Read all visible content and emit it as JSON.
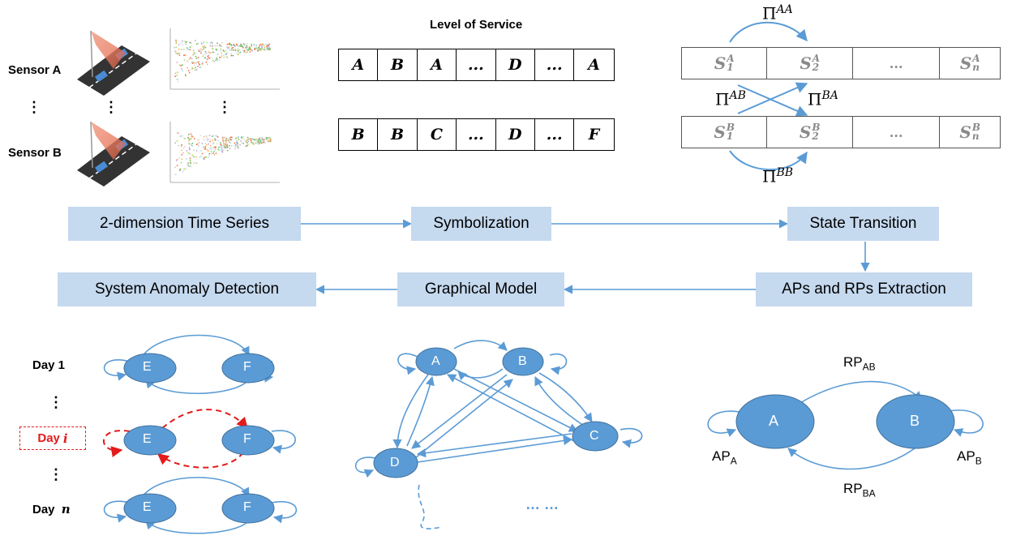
{
  "sensors": {
    "a_label": "Sensor A",
    "b_label": "Sensor B",
    "ellipsis": "⋮"
  },
  "level_of_service": {
    "title": "Level of Service",
    "row_a": [
      "A",
      "B",
      "A",
      "...",
      "D",
      "...",
      "A"
    ],
    "row_b": [
      "B",
      "B",
      "C",
      "...",
      "D",
      "...",
      "F"
    ]
  },
  "states": {
    "row_a": [
      {
        "base": "S",
        "sup": "A",
        "sub": "1"
      },
      {
        "base": "S",
        "sup": "A",
        "sub": "2"
      },
      {
        "base": "...",
        "sup": "",
        "sub": ""
      },
      {
        "base": "S",
        "sup": "A",
        "sub": "n"
      }
    ],
    "row_b": [
      {
        "base": "S",
        "sup": "B",
        "sub": "1"
      },
      {
        "base": "S",
        "sup": "B",
        "sub": "2"
      },
      {
        "base": "...",
        "sup": "",
        "sub": ""
      },
      {
        "base": "S",
        "sup": "B",
        "sub": "n"
      }
    ],
    "pi_aa": "AA",
    "pi_ab": "AB",
    "pi_ba": "BA",
    "pi_bb": "BB",
    "pi_symbol": "Π"
  },
  "flow": {
    "time_series": "2-dimension Time Series",
    "symbolization": "Symbolization",
    "state_transition": "State Transition",
    "aps_rps": "APs and RPs Extraction",
    "graphical_model": "Graphical Model",
    "anomaly_detection": "System Anomaly Detection",
    "box_color": "#c5d9ef",
    "arrow_color": "#5b9bd5"
  },
  "days": {
    "day1": "Day 1",
    "day_i_prefix": "Day ",
    "day_i_var": "i",
    "day_n_prefix": "Day ",
    "day_n_var": "n",
    "ellipsis": "⋮",
    "node_e": "E",
    "node_f": "F",
    "anomaly_color": "#e31b1b"
  },
  "graph": {
    "nodes": [
      "A",
      "B",
      "C",
      "D"
    ],
    "ellipsis": "… …",
    "node_color": "#5b9bd5"
  },
  "ap_rp": {
    "node_a": "A",
    "node_b": "B",
    "rp_ab_base": "RP",
    "rp_ab_sub": "AB",
    "rp_ba_base": "RP",
    "rp_ba_sub": "BA",
    "ap_a_base": "AP",
    "ap_a_sub": "A",
    "ap_b_base": "AP",
    "ap_b_sub": "B"
  }
}
